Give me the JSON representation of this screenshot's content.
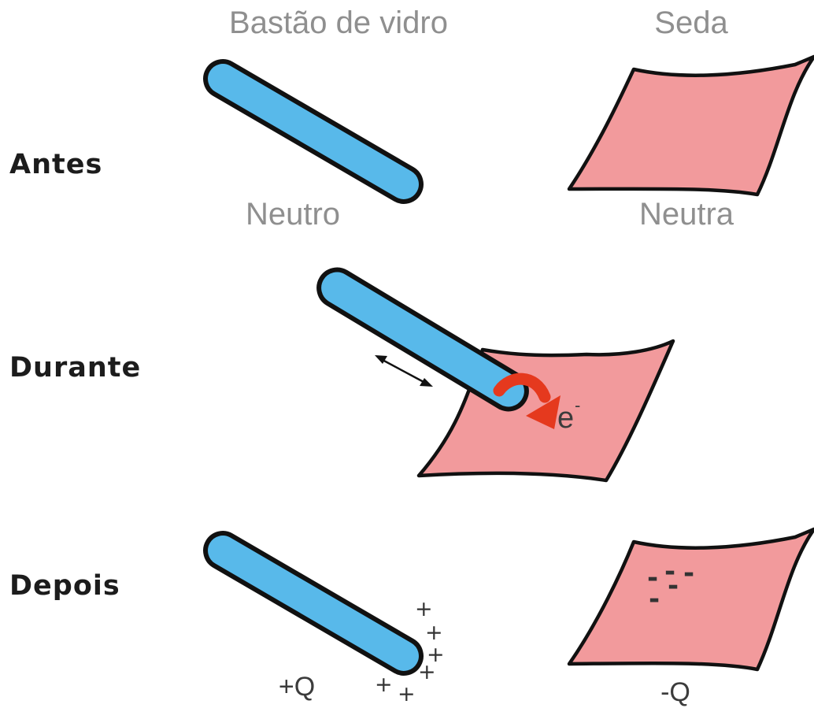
{
  "columns": {
    "rod": "Bastão de vidro",
    "silk": "Seda"
  },
  "rows": {
    "before": "Antes",
    "during": "Durante",
    "after": "Depois"
  },
  "before": {
    "rod_caption": "Neutro",
    "silk_caption": "Neutra"
  },
  "during": {
    "electron": "e",
    "electron_sign": "-"
  },
  "after": {
    "rod_charge": "+Q",
    "silk_charge": "-Q",
    "rod_surface_charges": [
      "+",
      "+",
      "+",
      "+",
      "+",
      "+"
    ],
    "silk_surface_charges": [
      "-",
      "-",
      "-",
      "-",
      "-"
    ]
  },
  "colors": {
    "rod": "#58b9ea",
    "silk": "#f29a9c",
    "transfer_arrow": "#e5391e"
  }
}
